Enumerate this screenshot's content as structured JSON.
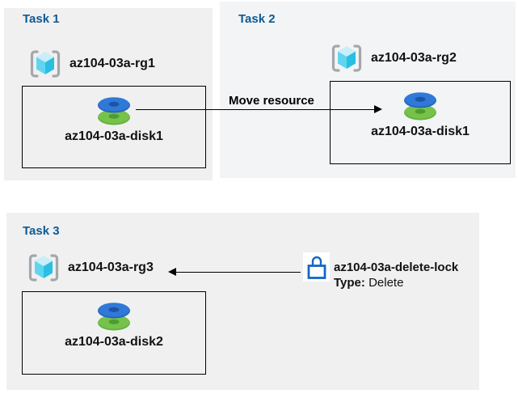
{
  "diagram": {
    "task1": {
      "title": "Task 1",
      "rg_label": "az104-03a-rg1",
      "disk_label": "az104-03a-disk1"
    },
    "task2": {
      "title": "Task 2",
      "rg_label": "az104-03a-rg2",
      "disk_label": "az104-03a-disk1"
    },
    "task3": {
      "title": "Task 3",
      "rg_label": "az104-03a-rg3",
      "disk_label": "az104-03a-disk2",
      "lock_name": "az104-03a-delete-lock",
      "lock_type_label": "Type:",
      "lock_type_value": "Delete"
    },
    "move_arrow_label": "Move resource"
  },
  "colors": {
    "task_title_blue": "#0d5a94",
    "panel_gray": "#f0f0f1",
    "panel_blue_gray": "#f2f4f6",
    "text": "#111111",
    "lock_blue": "#1666c4",
    "disk_blue_top": "#3079d8",
    "disk_blue_body": "#2468c0",
    "disk_blue_hole": "#1c54a4",
    "disk_green_top": "#76c24a",
    "disk_green_body": "#66b43f",
    "disk_green_hole": "#4e9c31",
    "cube_top_cyan": "#c8eef9",
    "cube_left_cyan": "#60d5ef",
    "cube_right_cyan": "#29bfe2",
    "bracket_gray": "#a3a7ab",
    "arrow_black": "#000000"
  },
  "icons": {
    "resource_group": "resource-group-icon",
    "managed_disk": "managed-disk-icon",
    "delete_lock": "lock-icon"
  }
}
